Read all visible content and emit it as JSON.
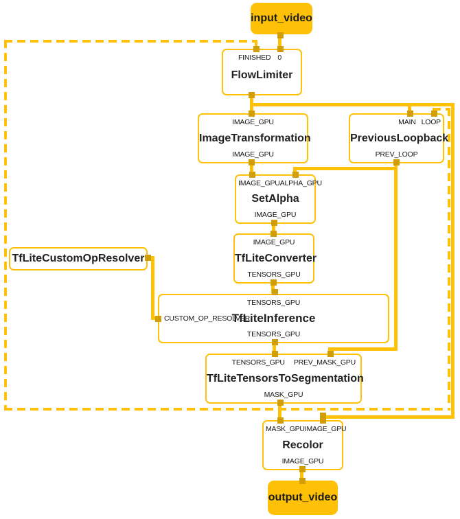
{
  "diagram": {
    "terminals": {
      "input": "input_video",
      "output": "output_video"
    },
    "nodes": {
      "flow_limiter": {
        "title": "FlowLimiter",
        "in_finished": "FINISHED",
        "in_index": "0"
      },
      "image_transformation": {
        "title": "ImageTransformation",
        "in": "IMAGE_GPU",
        "out": "IMAGE_GPU"
      },
      "previous_loopback": {
        "title": "PreviousLoopback",
        "in_main": "MAIN",
        "in_loop": "LOOP",
        "out": "PREV_LOOP"
      },
      "set_alpha": {
        "title": "SetAlpha",
        "in_image": "IMAGE_GPU",
        "in_alpha": "ALPHA_GPU",
        "out": "IMAGE_GPU"
      },
      "tflite_converter": {
        "title": "TfLiteConverter",
        "in": "IMAGE_GPU",
        "out": "TENSORS_GPU"
      },
      "tflite_custom_op_resolver": {
        "title": "TfLiteCustomOpResolver"
      },
      "tflite_inference": {
        "title": "TfLiteInference",
        "in": "TENSORS_GPU",
        "side": "CUSTOM_OP_RESOLVER",
        "out": "TENSORS_GPU"
      },
      "tflite_tensors_to_segmentation": {
        "title": "TfLiteTensorsToSegmentation",
        "in_tensors": "TENSORS_GPU",
        "in_prev_mask": "PREV_MASK_GPU",
        "out": "MASK_GPU"
      },
      "recolor": {
        "title": "Recolor",
        "in_mask": "MASK_GPU",
        "in_image": "IMAGE_GPU",
        "out": "IMAGE_GPU"
      }
    },
    "colors": {
      "edge": "#FFC107",
      "port": "#D19E06",
      "node_border": "#FFC107",
      "terminal_fill": "#FFC107",
      "title_text": "#212121",
      "background": "#ffffff"
    }
  }
}
